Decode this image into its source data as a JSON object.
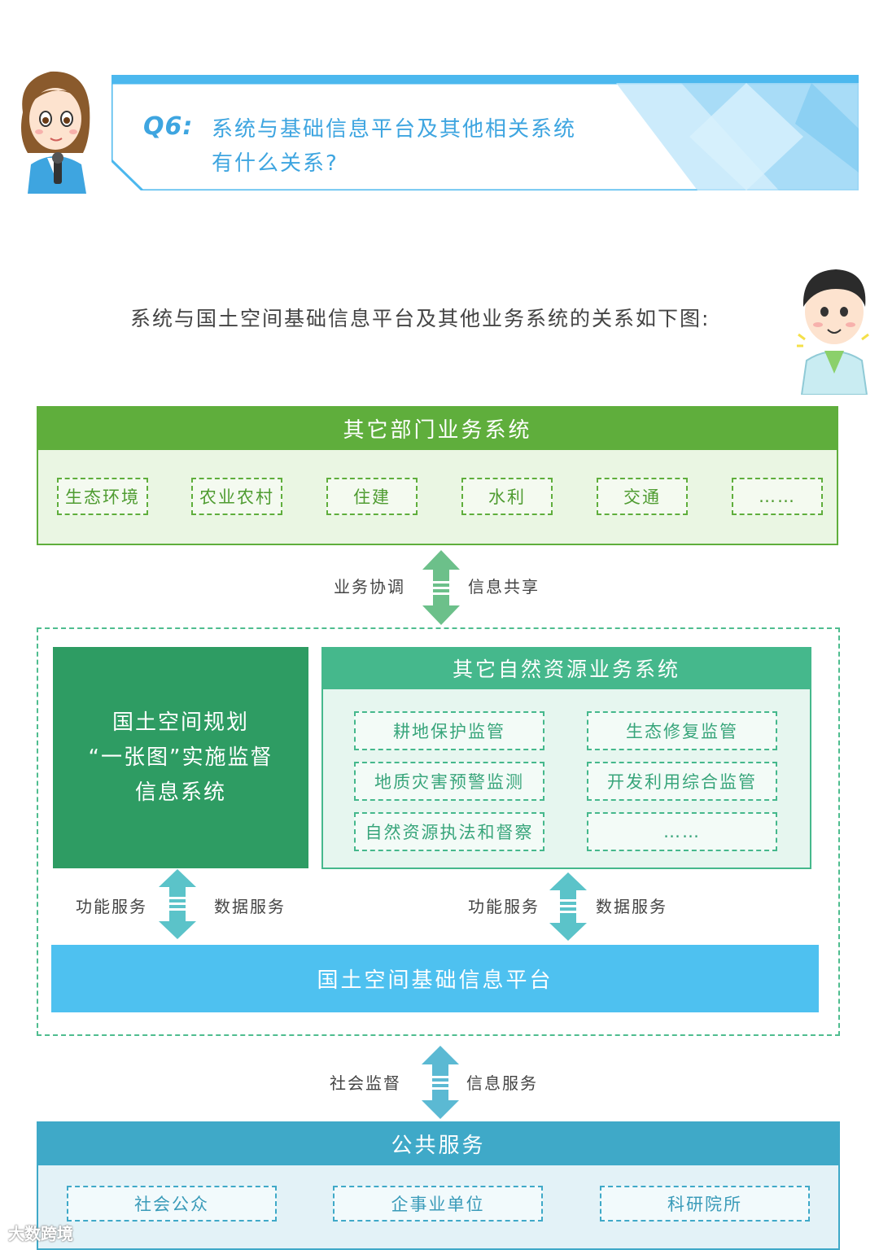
{
  "header": {
    "q_label": "Q6:",
    "question_line1": "系统与基础信息平台及其他相关系统",
    "question_line2": "有什么关系?"
  },
  "intro": "系统与国土空间基础信息平台及其他业务系统的关系如下图:",
  "top_section": {
    "title": "其它部门业务系统",
    "items": [
      "生态环境",
      "农业农村",
      "住建",
      "水利",
      "交通",
      "……"
    ]
  },
  "arrow_top": {
    "left": "业务协调",
    "right": "信息共享"
  },
  "gis_system": {
    "line1": "国土空间规划",
    "line2": "“一张图”实施监督",
    "line3": "信息系统"
  },
  "natural_resources": {
    "title": "其它自然资源业务系统",
    "items": [
      "耕地保护监管",
      "生态修复监管",
      "地质灾害预警监测",
      "开发利用综合监管",
      "自然资源执法和督察",
      "……"
    ]
  },
  "arrow_mid_left": {
    "left": "功能服务",
    "right": "数据服务"
  },
  "arrow_mid_right": {
    "left": "功能服务",
    "right": "数据服务"
  },
  "platform": "国土空间基础信息平台",
  "arrow_bottom": {
    "left": "社会监督",
    "right": "信息服务"
  },
  "public_service": {
    "title": "公共服务",
    "items": [
      "社会公众",
      "企事业单位",
      "科研院所"
    ]
  },
  "watermark": "大数跨境",
  "colors": {
    "green_dark": "#2e9c63",
    "green_top": "#5fae3c",
    "teal": "#45b88c",
    "platform_blue": "#4ec1f0",
    "public_blue": "#3fa9c8",
    "question_blue": "#3ea5e0"
  }
}
